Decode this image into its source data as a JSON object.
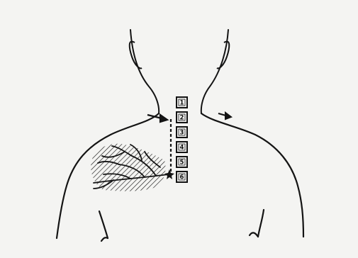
{
  "colors": {
    "background": "#f4f4f2",
    "ink": "#141414"
  },
  "diagram": {
    "vertebra_labels": [
      "1",
      "2",
      "3",
      "4",
      "5",
      "6"
    ],
    "marks": {
      "arrow_left": "arrow-icon",
      "arrow_right": "arrow-icon",
      "injection_point": "star-icon"
    }
  }
}
